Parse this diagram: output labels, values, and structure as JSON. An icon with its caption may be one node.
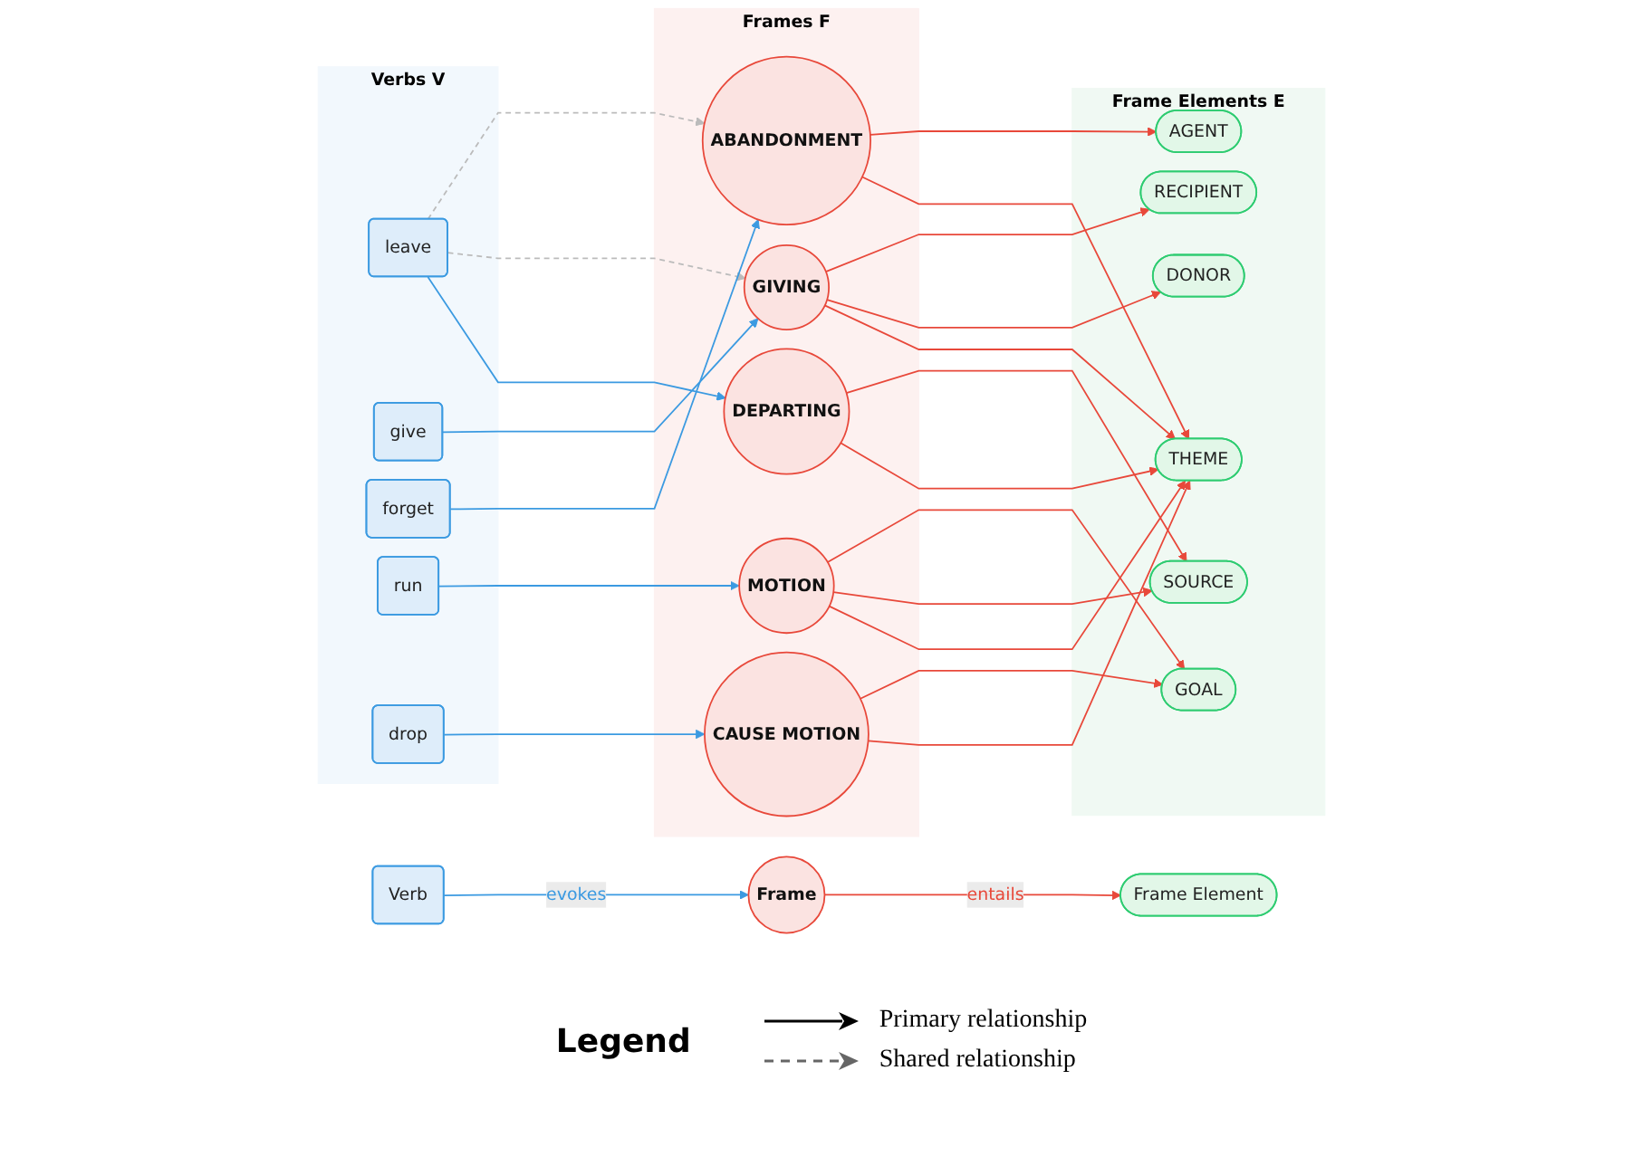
{
  "diagram": {
    "nodes": [
      {
        "text": [
          "Verbs V"
        ]
      },
      {
        "text": [
          "leave"
        ],
        "in": 0
      },
      {
        "text": [
          "give"
        ],
        "in": 0
      },
      {
        "text": [
          "forget"
        ],
        "in": 0
      },
      {
        "text": [
          "run"
        ],
        "in": 0
      },
      {
        "text": [
          "drop"
        ],
        "in": 0
      },
      {
        "text": [
          "Frames F"
        ]
      },
      {
        "text": [
          "DEPARTING"
        ],
        "in": 6
      },
      {
        "text": [
          "GIVING"
        ],
        "in": 6
      },
      {
        "text": [
          "ABANDONMENT"
        ],
        "in": 6
      },
      {
        "text": [
          "MOTION"
        ],
        "in": 6
      },
      {
        "text": [
          "CAUSE MOTION"
        ],
        "in": 6
      },
      {
        "text": [
          "Frame Elements E"
        ]
      },
      {
        "text": [
          "THEME"
        ],
        "in": 12
      },
      {
        "text": [
          "DONOR"
        ],
        "in": 12
      },
      {
        "text": [
          "RECIPIENT"
        ],
        "in": 12
      },
      {
        "text": [
          "AGENT"
        ],
        "in": 12
      },
      {
        "text": [
          "SOURCE"
        ],
        "in": 12
      },
      {
        "text": [
          "GOAL"
        ],
        "in": 12
      },
      {
        "text": [
          "Verb"
        ]
      },
      {
        "text": [
          "Frame"
        ]
      },
      {
        "text": [
          "Frame Element"
        ]
      }
    ],
    "edges": [
      {
        "from": 1,
        "to": 7,
        "arrow": "to",
        "color": "#3b9ae1"
      },
      {
        "from": 1,
        "to": 8,
        "arrow": "to",
        "style": "dashed",
        "color": "#bbbbbb"
      },
      {
        "from": 1,
        "to": 9,
        "arrow": "to",
        "style": "dashed",
        "color": "#bbbbbb"
      },
      {
        "from": 2,
        "to": 8,
        "arrow": "to",
        "color": "#3b9ae1"
      },
      {
        "from": 3,
        "to": 9,
        "arrow": "to",
        "color": "#3b9ae1"
      },
      {
        "from": 4,
        "to": 10,
        "arrow": "to",
        "color": "#3b9ae1"
      },
      {
        "from": 5,
        "to": 11,
        "arrow": "to",
        "color": "#3b9ae1"
      },
      {
        "from": 7,
        "to": 13,
        "arrow": "to"
      },
      {
        "from": 7,
        "to": 17,
        "arrow": "to"
      },
      {
        "from": 8,
        "to": 13,
        "arrow": "to"
      },
      {
        "from": 8,
        "to": 14,
        "arrow": "to"
      },
      {
        "from": 8,
        "to": 15,
        "arrow": "to"
      },
      {
        "from": 9,
        "to": 13,
        "arrow": "to"
      },
      {
        "from": 9,
        "to": 16,
        "arrow": "to"
      },
      {
        "from": 10,
        "to": 13,
        "arrow": "to"
      },
      {
        "from": 10,
        "to": 17,
        "arrow": "to"
      },
      {
        "from": 10,
        "to": 18,
        "arrow": "to"
      },
      {
        "from": 11,
        "to": 13,
        "arrow": "to"
      },
      {
        "from": 11,
        "to": 18,
        "arrow": "to"
      },
      {
        "from": 19,
        "to": 20,
        "arrow": "to",
        "label": "evokes",
        "color": "#3b9ae1"
      },
      {
        "from": 20,
        "to": 21,
        "arrow": "to",
        "label": "entails"
      }
    ],
    "labels": [
      "Legend"
    ],
    "legend": [
      {
        "text": "Primary relationship"
      },
      {
        "text": "Shared relationship"
      }
    ]
  }
}
